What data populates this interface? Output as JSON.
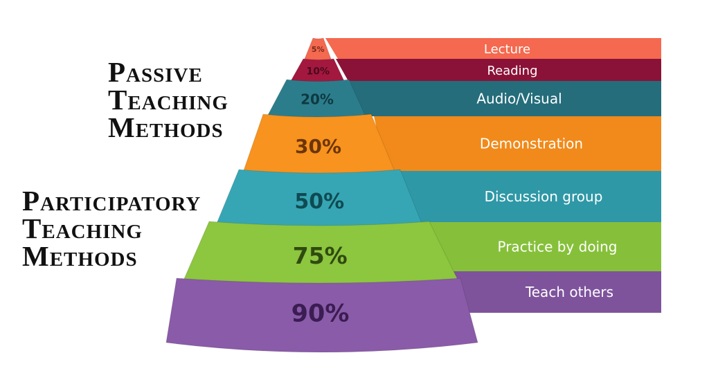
{
  "labels": {
    "passive": [
      "Passive",
      "Teaching",
      "Methods"
    ],
    "participatory": [
      "Participatory",
      "Teaching",
      "Methods"
    ]
  },
  "tiers": [
    {
      "percent": "5%",
      "method": "Lecture",
      "color": "#f4694f",
      "band": "#f4694f",
      "text": "#7a2a1e"
    },
    {
      "percent": "10%",
      "method": "Reading",
      "color": "#a3183f",
      "band": "#8a1238",
      "text": "#4a0a1d"
    },
    {
      "percent": "20%",
      "method": "Audio/Visual",
      "color": "#2c7d8c",
      "band": "#256d7b",
      "text": "#0f3940"
    },
    {
      "percent": "30%",
      "method": "Demonstration",
      "color": "#f7931e",
      "band": "#f18a1a",
      "text": "#6b3508"
    },
    {
      "percent": "50%",
      "method": "Discussion group",
      "color": "#36a6b4",
      "band": "#2f98a6",
      "text": "#0f4a52"
    },
    {
      "percent": "75%",
      "method": "Practice by doing",
      "color": "#8dc63f",
      "band": "#86c03a",
      "text": "#2f4a10"
    },
    {
      "percent": "90%",
      "method": "Teach others",
      "color": "#8a5ba8",
      "band": "#7e539c",
      "text": "#3a1d52"
    }
  ]
}
